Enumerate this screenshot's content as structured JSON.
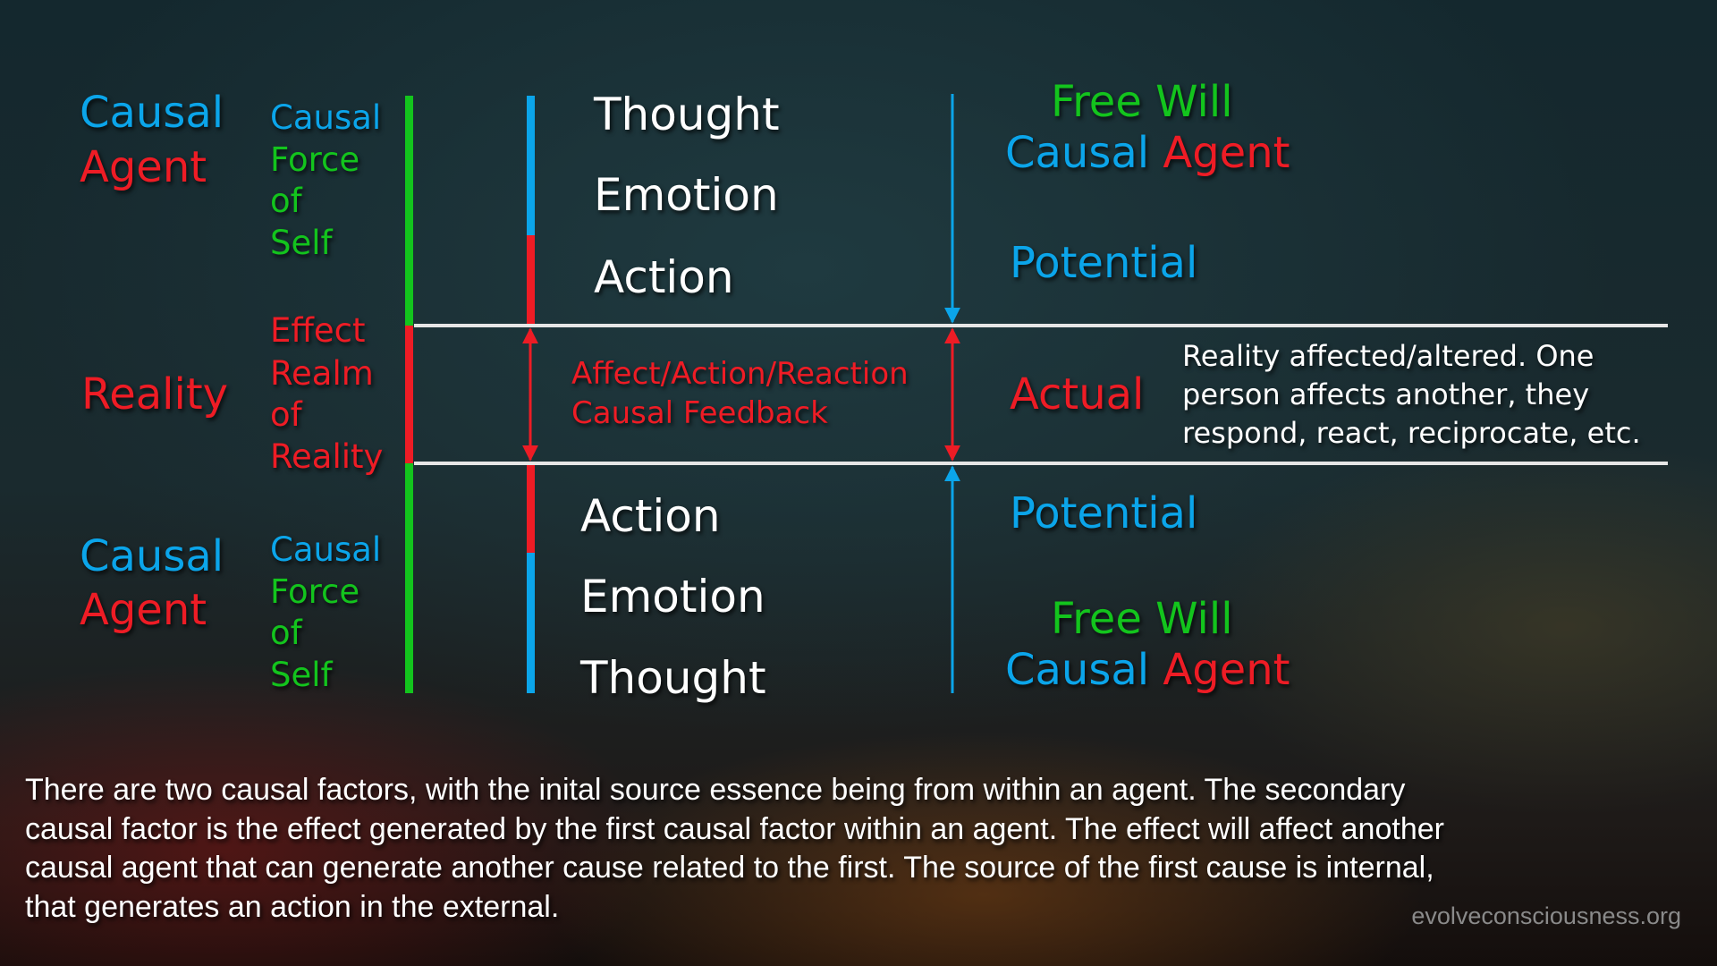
{
  "colors": {
    "blue": "#0ba5ea",
    "red": "#ee1c25",
    "green": "#13c41d",
    "line": "#e6e6e6"
  },
  "left_top": {
    "causal": "Causal",
    "agent": "Agent"
  },
  "left_mid": {
    "reality": "Reality"
  },
  "left_bottom": {
    "causal": "Causal",
    "agent": "Agent"
  },
  "col2_top": [
    "Causal",
    "Force",
    "of",
    "Self"
  ],
  "col2_mid": [
    "Effect",
    "Realm",
    "of",
    "Reality"
  ],
  "col2_bottom": [
    "Causal",
    "Force",
    "of",
    "Self"
  ],
  "top_steps": [
    "Thought",
    "Emotion",
    "Action"
  ],
  "bottom_steps": [
    "Action",
    "Emotion",
    "Thought"
  ],
  "feedback": {
    "line1": "Affect/Action/Reaction",
    "line2": "Causal Feedback"
  },
  "right_top": {
    "free_will": "Free Will",
    "causal": "Causal",
    "agent": "Agent",
    "potential": "Potential"
  },
  "right_mid": {
    "actual": "Actual",
    "description": [
      "Reality affected/altered. One",
      "person affects another, they",
      "respond, react, reciprocate, etc."
    ]
  },
  "right_bottom": {
    "potential": "Potential",
    "free_will": "Free Will",
    "causal": "Causal",
    "agent": "Agent"
  },
  "paragraph": [
    "There are two causal factors, with the inital source essence being from within an agent. The secondary",
    "causal factor is the effect generated by the first causal factor within an agent. The effect will affect another",
    "causal agent that can generate another cause related to the first. The source of the first cause is internal,",
    "that generates an action in the external."
  ],
  "watermark": "evolveconsciousness.org"
}
